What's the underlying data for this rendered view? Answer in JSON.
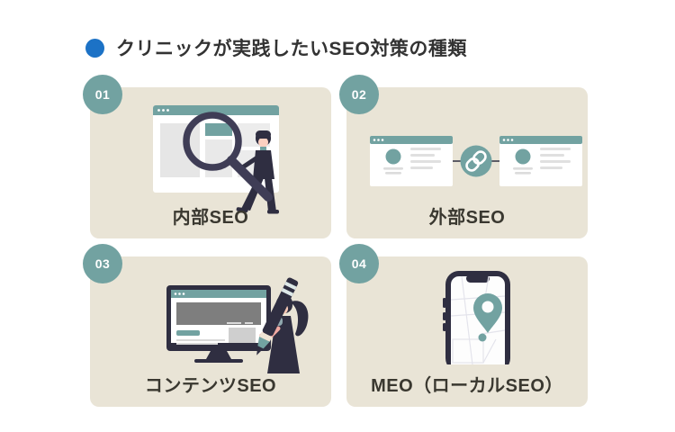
{
  "title": {
    "bullet_icon": "blue-circle",
    "text": "クリニックが実践したいSEO対策の種類"
  },
  "colors": {
    "accent_blue": "#1c72c6",
    "teal": "#72a2a1",
    "card_background": "#e9e4d6",
    "dark_navy": "#2f2e41",
    "label_text": "#3a3830"
  },
  "cards": [
    {
      "number": "01",
      "label": "内部SEO",
      "illustration": "woman-inspecting-webpage-with-magnifying-glass"
    },
    {
      "number": "02",
      "label": "外部SEO",
      "illustration": "two-webpages-connected-by-link"
    },
    {
      "number": "03",
      "label": "コンテンツSEO",
      "illustration": "woman-writing-on-monitor-with-large-pencil"
    },
    {
      "number": "04",
      "label": "MEO（ローカルSEO）",
      "illustration": "smartphone-map-with-location-pin"
    }
  ]
}
